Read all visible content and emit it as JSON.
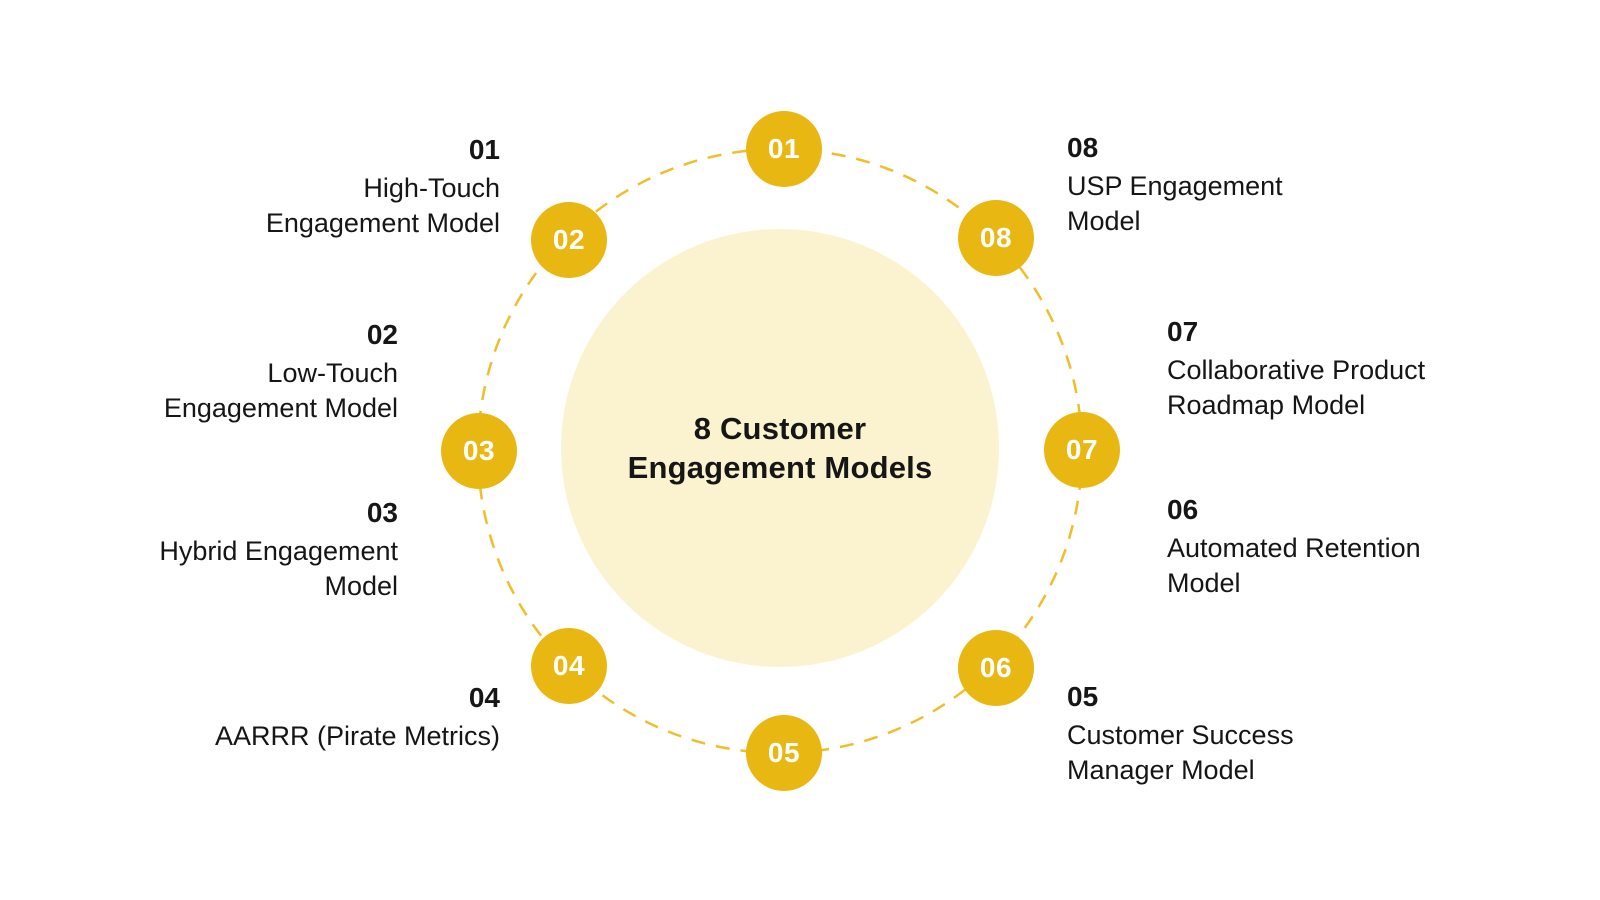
{
  "title": {
    "lines": [
      "8 Customer",
      "Engagement Models"
    ]
  },
  "items": [
    {
      "number": "01",
      "label_lines": [
        "High-Touch",
        "Engagement Model"
      ]
    },
    {
      "number": "02",
      "label_lines": [
        "Low-Touch",
        "Engagement Model"
      ]
    },
    {
      "number": "03",
      "label_lines": [
        "Hybrid Engagement",
        "Model"
      ]
    },
    {
      "number": "04",
      "label_lines": [
        "AARRR (Pirate Metrics)"
      ]
    },
    {
      "number": "05",
      "label_lines": [
        "Customer Success",
        "Manager Model"
      ]
    },
    {
      "number": "06",
      "label_lines": [
        "Automated Retention",
        "Model"
      ]
    },
    {
      "number": "07",
      "label_lines": [
        "Collaborative Product",
        "Roadmap Model"
      ]
    },
    {
      "number": "08",
      "label_lines": [
        "USP Engagement",
        "Model"
      ]
    }
  ],
  "colors": {
    "badge": "#E9B712",
    "ring": "#F0BE2B",
    "center_fill": "#FBF3D0",
    "text": "#161616",
    "background": "#FFFFFF"
  }
}
